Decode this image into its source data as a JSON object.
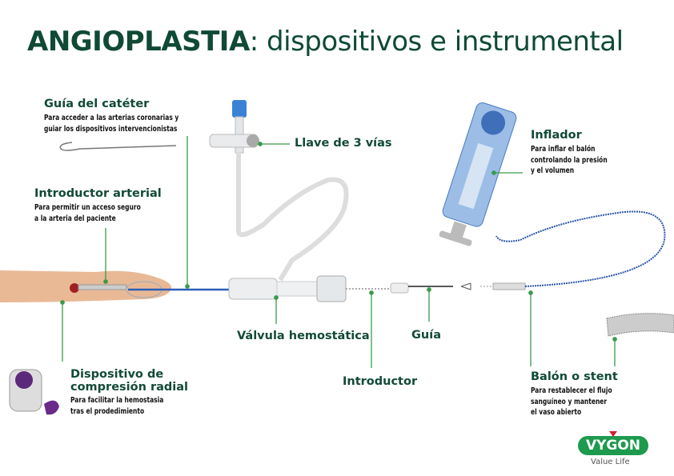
{
  "title": {
    "bold": "ANGIOPLASTIA",
    "rest": ": dispositivos e instrumental"
  },
  "labels": {
    "guia_cateter": {
      "title": "Guía del catéter",
      "desc": [
        "Para acceder a las arterias coronarias y",
        "guiar los dispositivos intervencionistas"
      ]
    },
    "llave": {
      "title": "Llave de 3 vías"
    },
    "introductor_arterial": {
      "title": "Introductor arterial",
      "desc": [
        "Para permitir un acceso seguro",
        "a la arteria del paciente"
      ]
    },
    "inflador": {
      "title": "Inflador",
      "desc": [
        "Para inflar el balón",
        "controlando la presión",
        "y el volumen"
      ]
    },
    "valvula": {
      "title": "Válvula hemostática"
    },
    "guia": {
      "title": "Guía"
    },
    "introductor": {
      "title": "Introductor"
    },
    "balon": {
      "title": "Balón o stent",
      "desc": [
        "Para restablecer el flujo",
        "sanguíneo y mantener",
        "el vaso abierto"
      ]
    },
    "compresion": {
      "title": [
        "Dispositivo de",
        "compresión radial"
      ],
      "desc": [
        "Para facilitar la hemostasia",
        "tras el prodedimiento"
      ]
    }
  },
  "brand": {
    "logo": "VYGON",
    "tagline": "Value Life"
  },
  "colors": {
    "title": "#0f4a35",
    "leader": "#3a9a4a",
    "brand": "#1e9a4e"
  }
}
